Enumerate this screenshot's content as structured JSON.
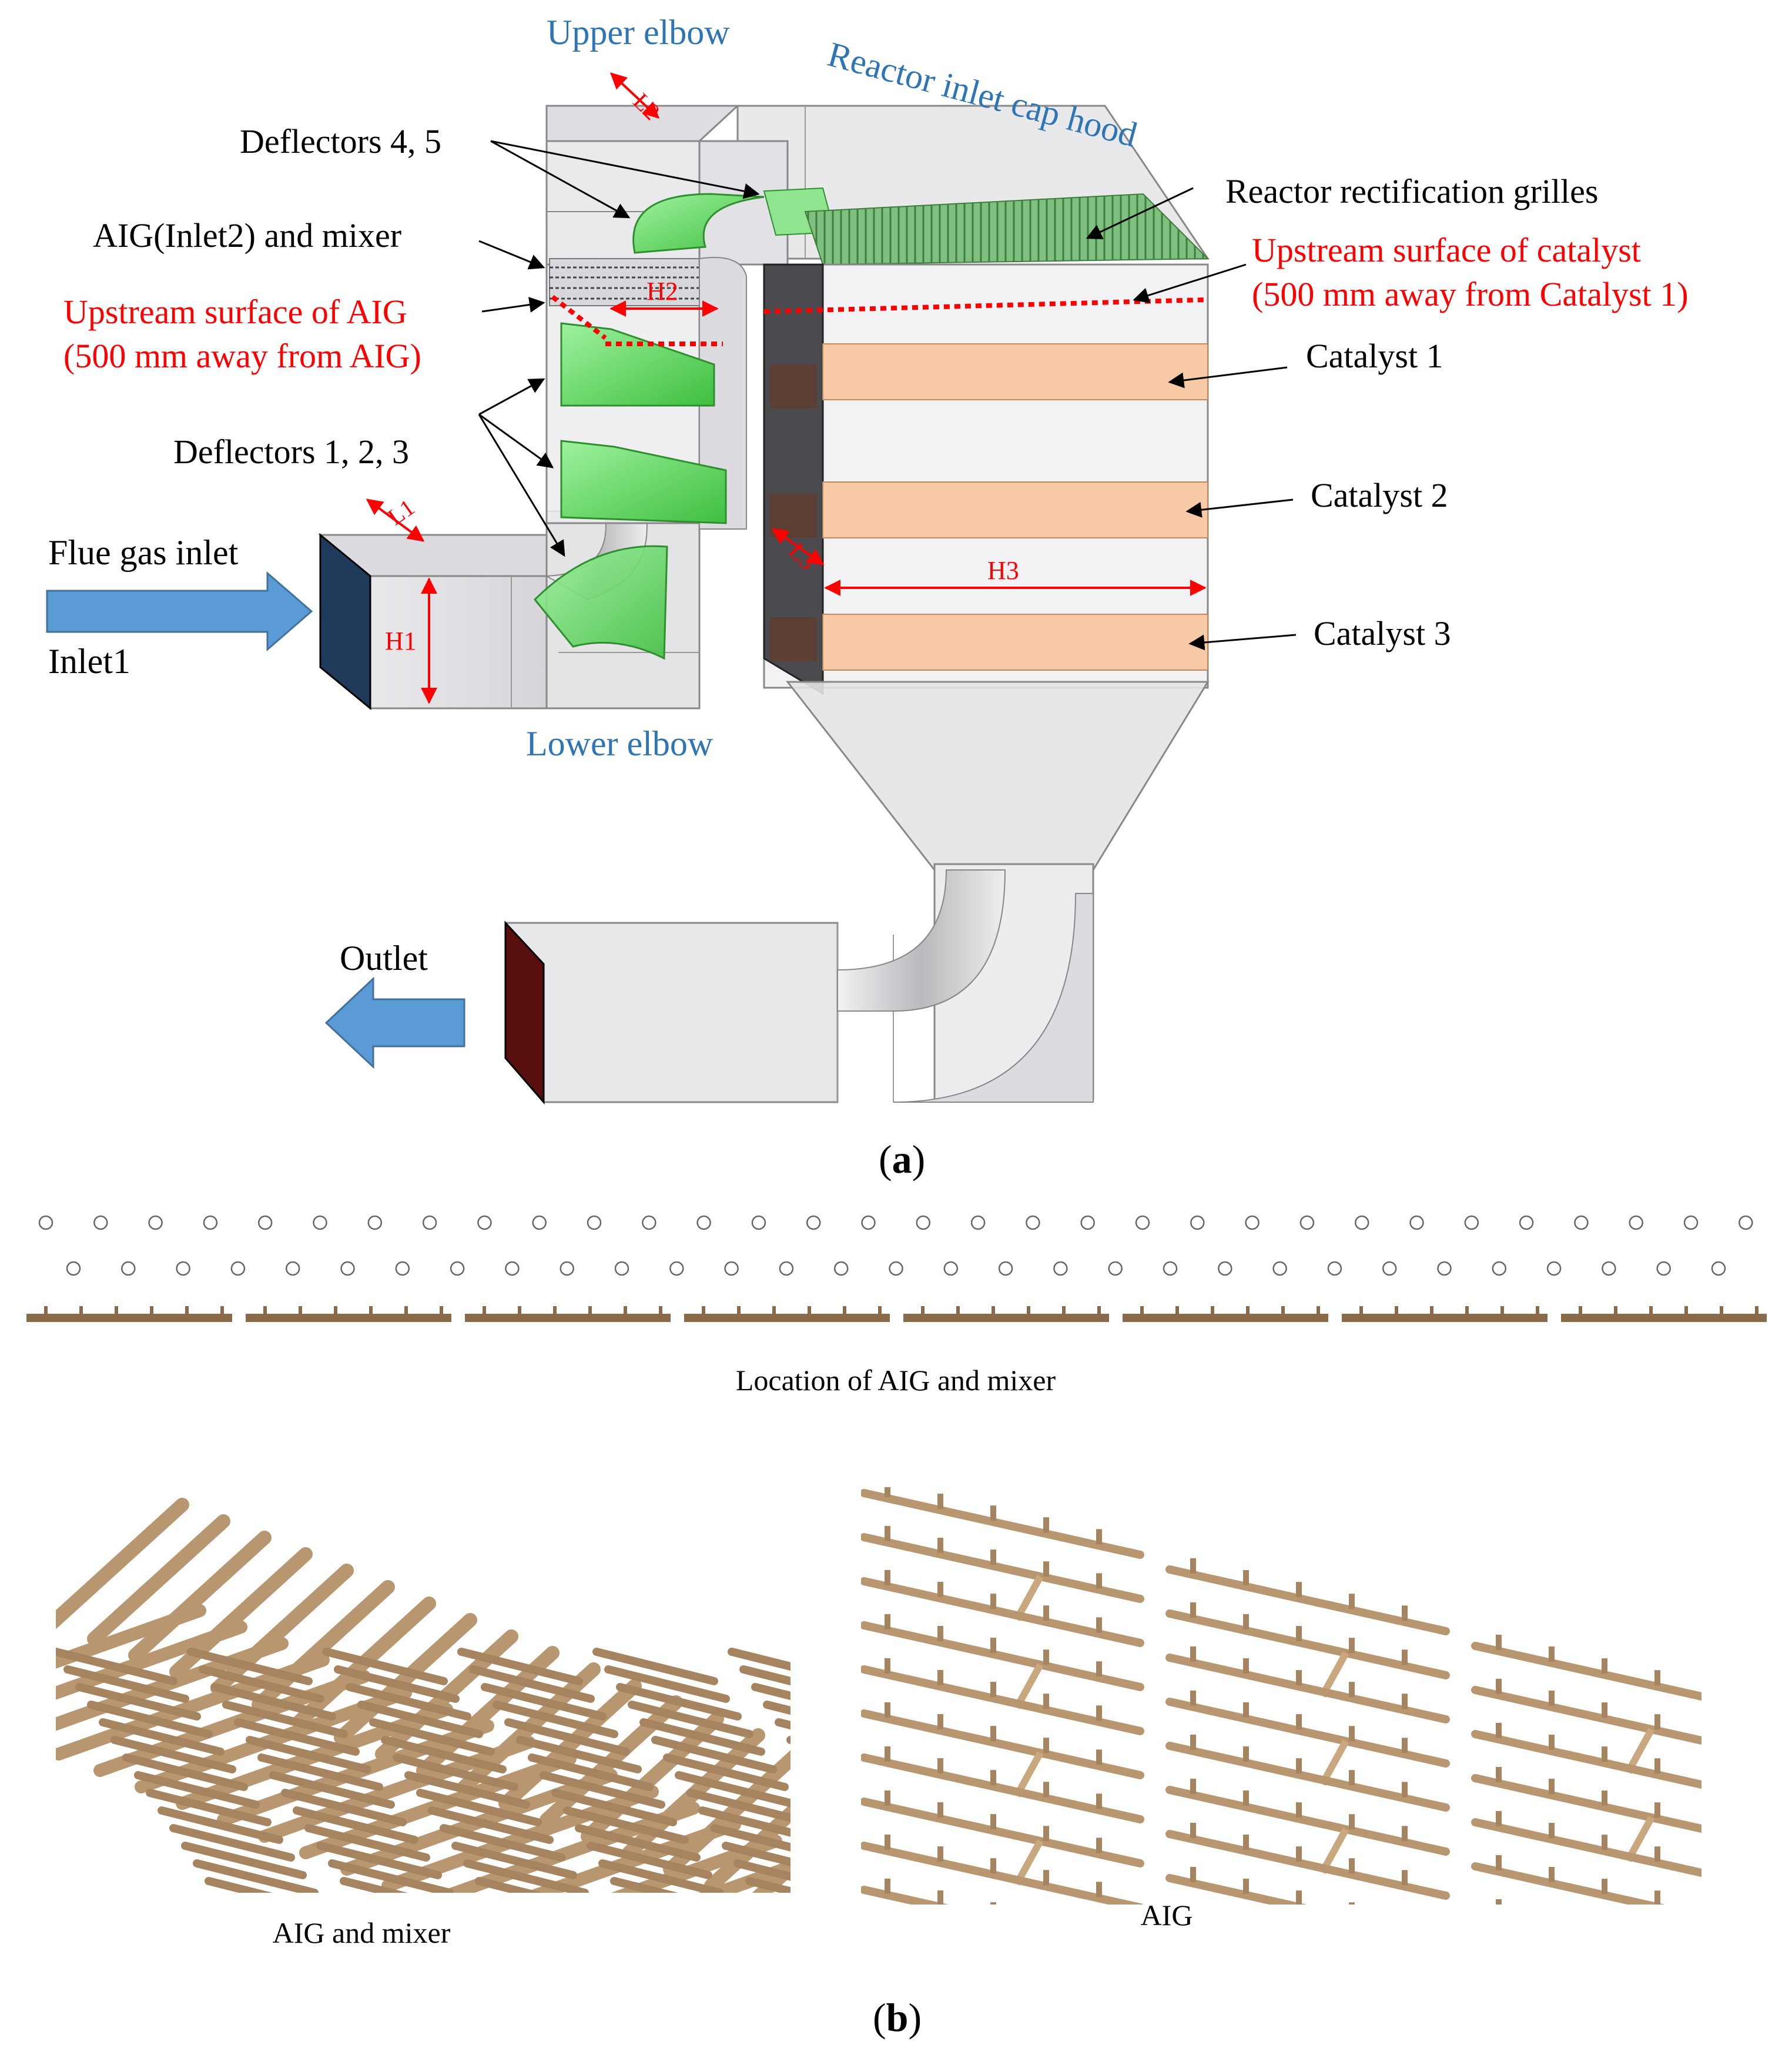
{
  "figure_a": {
    "labels": {
      "upper_elbow": "Upper elbow",
      "reactor_inlet_cap_hood": "Reactor inlet cap hood",
      "deflectors_45": "Deflectors 4, 5",
      "reactor_rectification_grilles": "Reactor rectification grilles",
      "aig_mixer": "AIG(Inlet2) and mixer",
      "upstream_catalyst_1": "Upstream surface of catalyst",
      "upstream_catalyst_2": "(500 mm away from Catalyst 1)",
      "upstream_aig_1": "Upstream surface of AIG",
      "upstream_aig_2": "(500 mm away from AIG)",
      "catalyst_1": "Catalyst 1",
      "catalyst_2": "Catalyst 2",
      "catalyst_3": "Catalyst 3",
      "deflectors_123": "Deflectors 1, 2, 3",
      "flue_gas_inlet": "Flue gas inlet",
      "inlet1": "Inlet1",
      "lower_elbow": "Lower elbow",
      "outlet": "Outlet",
      "dim_l1": "L1",
      "dim_l2": "L2",
      "dim_l3": "L3",
      "dim_h1": "H1",
      "dim_h2": "H2",
      "dim_h3": "H3"
    },
    "caption_open": "(",
    "caption_letter": "a",
    "caption_close": ")"
  },
  "figure_b": {
    "location_label": "Location of AIG and mixer",
    "aig_mixer_label": "AIG and mixer",
    "aig_label": "AIG",
    "caption_open": "(",
    "caption_letter": "b",
    "caption_close": ")"
  },
  "colors": {
    "blue_label": "#2e75b6",
    "red_label": "#ff0000",
    "catalyst": "#f8c9a6",
    "deflector": "#5ed45e",
    "pipe": "#c8a882",
    "arrow_blue": "#5b9bd5",
    "inlet_face": "#1f3a5a",
    "outlet_face": "#5a0f0f"
  }
}
